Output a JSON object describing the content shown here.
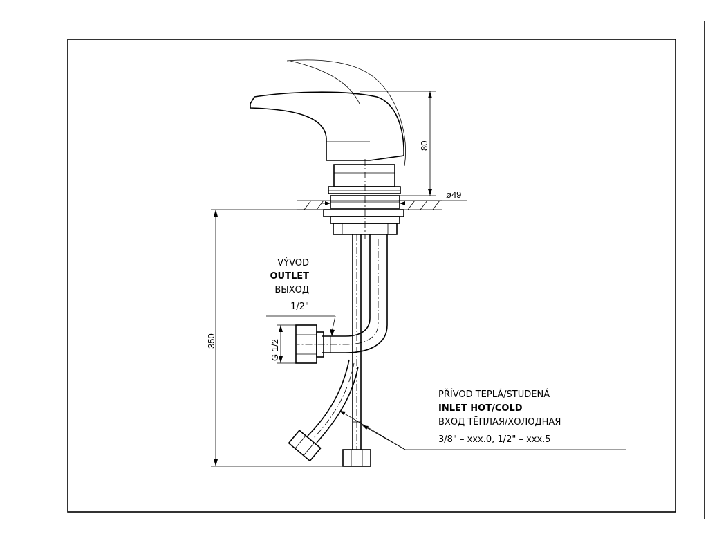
{
  "dimensions": {
    "height_handle": "80",
    "diameter": "ø49",
    "total_length": "350",
    "outlet_thread": "G 1/2"
  },
  "outlet_label": {
    "cz": "VÝVOD",
    "en": "OUTLET",
    "ru": "ВЫХОД",
    "size": "1/2\""
  },
  "inlet_label": {
    "cz": "PŘÍVOD TEPLÁ/STUDENÁ",
    "en": "INLET HOT/COLD",
    "ru": "ВХОД ТЁПЛАЯ/ХОЛОДНАЯ",
    "sizes": "3/8\" – xxx.0,  1/2\" – xxx.5"
  }
}
